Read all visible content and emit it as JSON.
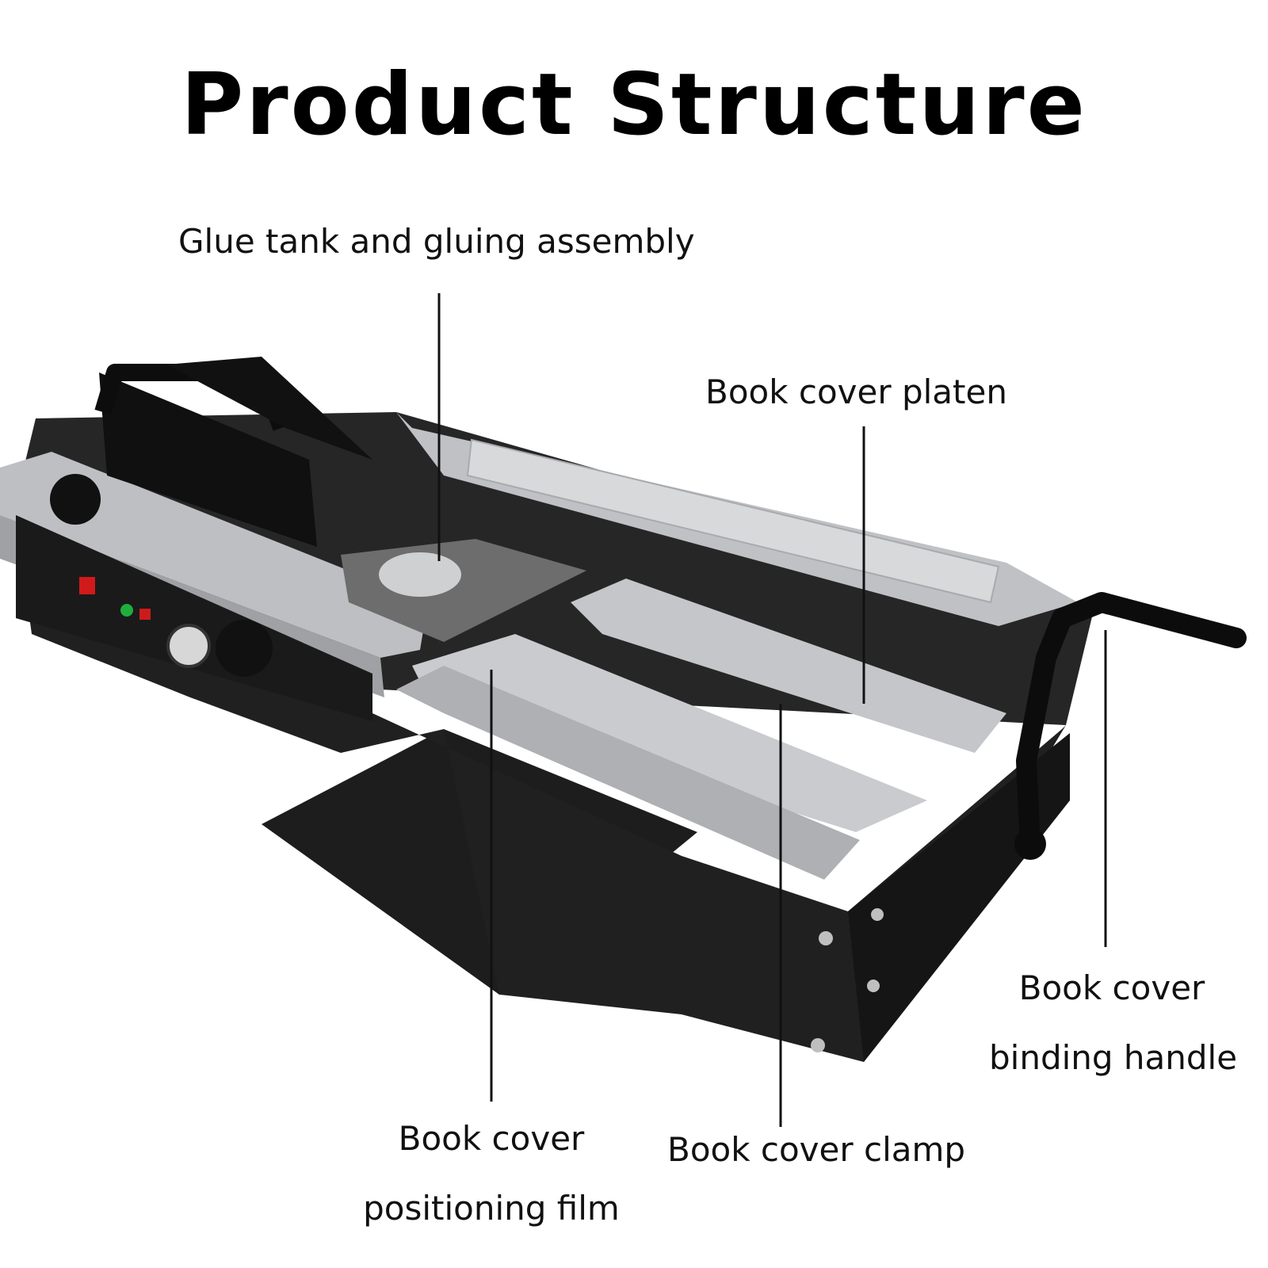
{
  "title": "Product Structure",
  "labels": {
    "glue_tank": "Glue tank and gluing assembly",
    "platen": "Book cover platen",
    "handle_line1": "Book cover",
    "handle_line2": "binding handle",
    "film_line1": "Book cover",
    "film_line2": "positioning film",
    "clamp": "Book cover clamp"
  }
}
